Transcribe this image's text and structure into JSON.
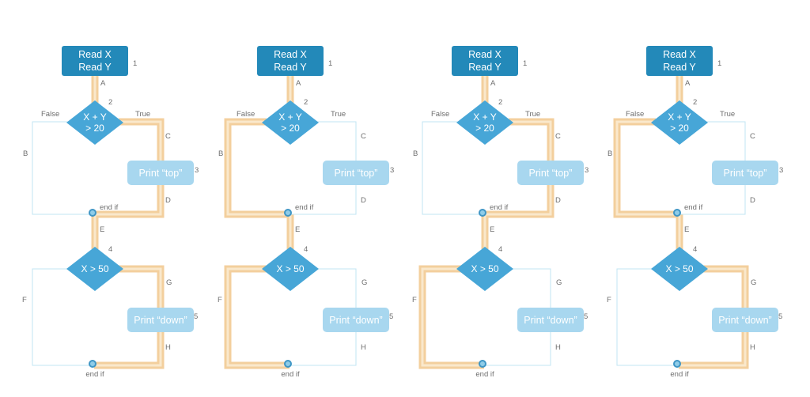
{
  "figure": {
    "nodes": {
      "read": {
        "line1": "Read X",
        "line2": "Read Y",
        "number": "1"
      },
      "decision1": {
        "line1": "X + Y",
        "line2": "> 20",
        "number": "2"
      },
      "print_top": {
        "label": "Print “top”",
        "number": "3"
      },
      "decision2": {
        "label": "X > 50",
        "number": "4"
      },
      "print_down": {
        "label": "Print “down”",
        "number": "5"
      }
    },
    "branch_labels": {
      "false": "False",
      "true": "True"
    },
    "edge_labels": {
      "a": "A",
      "b": "B",
      "c": "C",
      "d": "D",
      "e": "E",
      "f": "F",
      "g": "G",
      "h": "H"
    },
    "junction_label": "end if",
    "cases": [
      {
        "decision1": "True",
        "decision2": "True"
      },
      {
        "decision1": "False",
        "decision2": "False"
      },
      {
        "decision1": "True",
        "decision2": "False"
      },
      {
        "decision1": "False",
        "decision2": "True"
      }
    ],
    "colors": {
      "background": "#ffffff",
      "process_fill": "#2389b9",
      "decision_fill": "#47a6d7",
      "print_fill": "#a8d7ef",
      "node_text": "#ffffff",
      "edge_thin": "#c2e4f3",
      "highlight_outer": "#f3cf9d",
      "highlight_inner": "#fae8cc",
      "junction_fill": "#8fcce8",
      "junction_border": "#3f96c5",
      "label_gray": "#6e6e6e"
    }
  }
}
